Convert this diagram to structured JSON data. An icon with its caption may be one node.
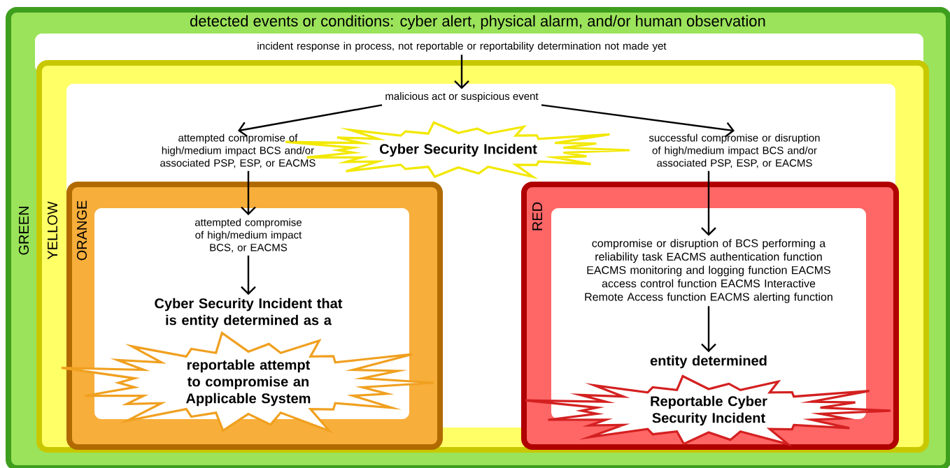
{
  "diagram": {
    "nodes": [
      {
        "text": [
          "detected events or conditions: cyber alert, physical alarm, and/or human observation",
          "GREEN"
        ]
      },
      {
        "text": [
          "incident response in process, not reportable or reportability determination not made yet"
        ],
        "in": 0
      },
      {
        "text": [
          "YELLOW"
        ],
        "in": 0
      },
      {
        "text": [
          "malicious act or suspicious event"
        ],
        "in": 2
      },
      {
        "text": [
          "Cyber Security Incident"
        ],
        "in": 2
      },
      {
        "text": [
          "attempted compromise of high/medium impact BCS and/or associated PSP, ESP, or EACMS"
        ],
        "in": 2
      },
      {
        "text": [
          "successful compromise or disruption of high/medium impact BCS and/or associated PSP, ESP, or EACMS"
        ],
        "in": 2
      },
      {
        "text": [
          "ORANGE"
        ],
        "in": 2
      },
      {
        "text": [
          "attempted compromise of high/medium impact BCS, or EACMS"
        ],
        "in": 7
      },
      {
        "text": [
          "Cyber Security Incident that is entity determined as a"
        ],
        "in": 7
      },
      {
        "text": [
          "reportable attempt to compromise an Applicable System"
        ],
        "in": 7
      },
      {
        "text": [
          "RED"
        ],
        "in": 2
      },
      {
        "text": [
          "compromise or disruption of BCS performing a reliability task EACMS authentication function EACMS monitoring and logging function EACMS access control function EACMS Interactive Remote Access function EACMS alerting function"
        ],
        "in": 11
      },
      {
        "text": [
          "entity determined"
        ],
        "in": 11
      },
      {
        "text": [
          "Reportable Cyber Security Incident"
        ],
        "in": 11
      }
    ],
    "edges": [
      {
        "from": 1,
        "to": 3,
        "arrow": "to"
      },
      {
        "from": 3,
        "to": 5,
        "arrow": "to"
      },
      {
        "from": 3,
        "to": 6,
        "arrow": "to"
      },
      {
        "from": 5,
        "to": 8,
        "arrow": "to"
      },
      {
        "from": 6,
        "to": 12,
        "arrow": "to"
      },
      {
        "from": 8,
        "to": 9,
        "arrow": "to"
      },
      {
        "from": 12,
        "to": 13,
        "arrow": "to"
      }
    ]
  }
}
